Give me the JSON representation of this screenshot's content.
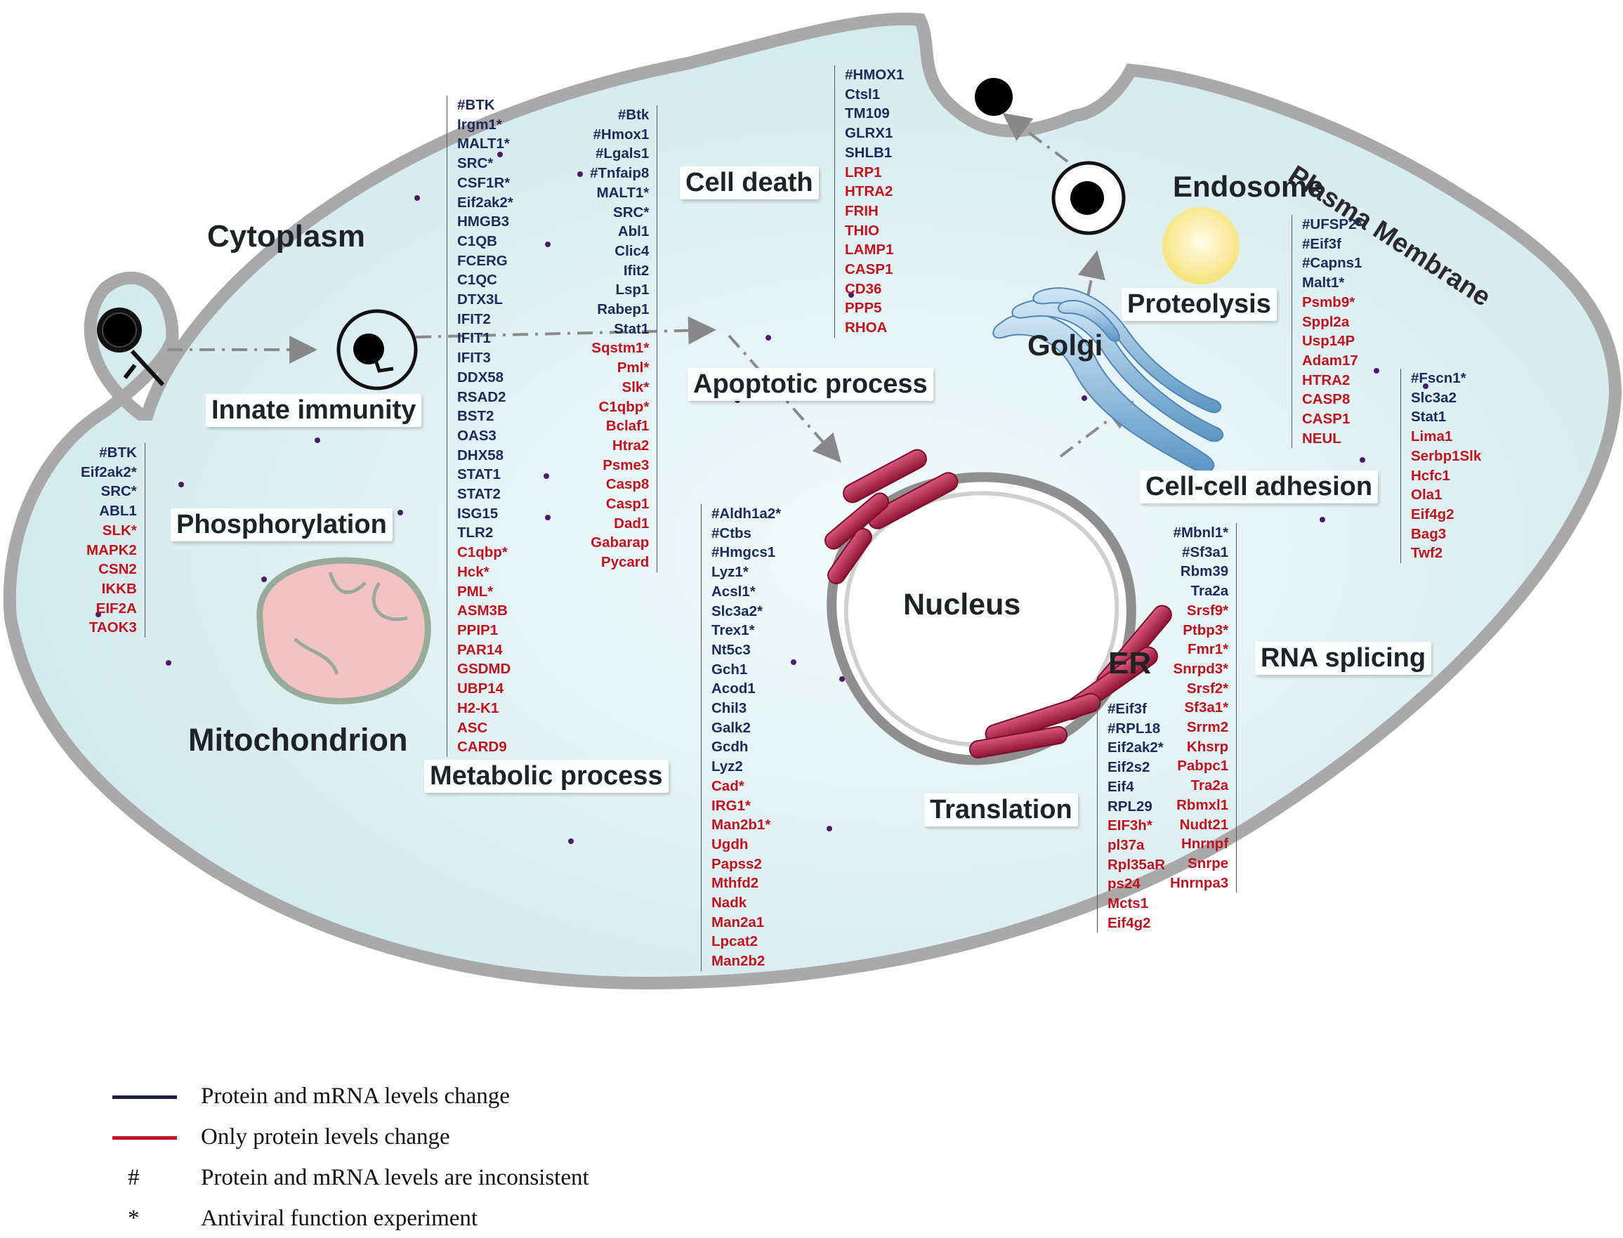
{
  "organelles": {
    "cytoplasm": "Cytoplasm",
    "mitochondrion": "Mitochondrion",
    "nucleus": "Nucleus",
    "er": "ER",
    "golgi": "Golgi",
    "endosome": "Endosome",
    "plasma_membrane": "Plasma Membrane"
  },
  "processes": {
    "innate_immunity": "Innate immunity",
    "phosphorylation": "Phosphorylation",
    "metabolic_process": "Metabolic process",
    "cell_death": "Cell death",
    "apoptotic_process": "Apoptotic process",
    "proteolysis": "Proteolysis",
    "cell_cell_adhesion": "Cell-cell adhesion",
    "rna_splicing": "RNA splicing",
    "translation": "Translation"
  },
  "gene_lists": {
    "innate_immunity": [
      {
        "t": "#BTK",
        "c": "b"
      },
      {
        "t": "Irgm1*",
        "c": "b"
      },
      {
        "t": "MALT1*",
        "c": "b"
      },
      {
        "t": "SRC*",
        "c": "b"
      },
      {
        "t": "CSF1R*",
        "c": "b"
      },
      {
        "t": "Eif2ak2*",
        "c": "b"
      },
      {
        "t": "HMGB3",
        "c": "b"
      },
      {
        "t": "C1QB",
        "c": "b"
      },
      {
        "t": "FCERG",
        "c": "b"
      },
      {
        "t": "C1QC",
        "c": "b"
      },
      {
        "t": "DTX3L",
        "c": "b"
      },
      {
        "t": "IFIT2",
        "c": "b"
      },
      {
        "t": "IFIT1",
        "c": "b"
      },
      {
        "t": "IFIT3",
        "c": "b"
      },
      {
        "t": "DDX58",
        "c": "b"
      },
      {
        "t": "RSAD2",
        "c": "b"
      },
      {
        "t": "BST2",
        "c": "b"
      },
      {
        "t": "OAS3",
        "c": "b"
      },
      {
        "t": "DHX58",
        "c": "b"
      },
      {
        "t": "STAT1",
        "c": "b"
      },
      {
        "t": "STAT2",
        "c": "b"
      },
      {
        "t": "ISG15",
        "c": "b"
      },
      {
        "t": "TLR2",
        "c": "b"
      },
      {
        "t": "C1qbp*",
        "c": "r"
      },
      {
        "t": "Hck*",
        "c": "r"
      },
      {
        "t": "PML*",
        "c": "r"
      },
      {
        "t": "ASM3B",
        "c": "r"
      },
      {
        "t": "PPIP1",
        "c": "r"
      },
      {
        "t": "PAR14",
        "c": "r"
      },
      {
        "t": "GSDMD",
        "c": "r"
      },
      {
        "t": "UBP14",
        "c": "r"
      },
      {
        "t": "H2-K1",
        "c": "r"
      },
      {
        "t": "ASC",
        "c": "r"
      },
      {
        "t": "CARD9",
        "c": "r"
      }
    ],
    "phosphorylation": [
      {
        "t": "#BTK",
        "c": "b"
      },
      {
        "t": "Eif2ak2*",
        "c": "b"
      },
      {
        "t": "SRC*",
        "c": "b"
      },
      {
        "t": "ABL1",
        "c": "b"
      },
      {
        "t": "SLK*",
        "c": "r"
      },
      {
        "t": "MAPK2",
        "c": "r"
      },
      {
        "t": "CSN2",
        "c": "r"
      },
      {
        "t": "IKKB",
        "c": "r"
      },
      {
        "t": "EIF2A",
        "c": "r"
      },
      {
        "t": "TAOK3",
        "c": "r"
      }
    ],
    "apoptotic_process": [
      {
        "t": "#Btk",
        "c": "b"
      },
      {
        "t": "#Hmox1",
        "c": "b"
      },
      {
        "t": "#Lgals1",
        "c": "b"
      },
      {
        "t": "#Tnfaip8",
        "c": "b"
      },
      {
        "t": "MALT1*",
        "c": "b"
      },
      {
        "t": "SRC*",
        "c": "b"
      },
      {
        "t": "Abl1",
        "c": "b"
      },
      {
        "t": "Clic4",
        "c": "b"
      },
      {
        "t": "Ifit2",
        "c": "b"
      },
      {
        "t": "Lsp1",
        "c": "b"
      },
      {
        "t": "Rabep1",
        "c": "b"
      },
      {
        "t": "Stat1",
        "c": "b"
      },
      {
        "t": "Sqstm1*",
        "c": "r"
      },
      {
        "t": "Pml*",
        "c": "r"
      },
      {
        "t": "Slk*",
        "c": "r"
      },
      {
        "t": "C1qbp*",
        "c": "r"
      },
      {
        "t": "Bclaf1",
        "c": "r"
      },
      {
        "t": "Htra2",
        "c": "r"
      },
      {
        "t": "Psme3",
        "c": "r"
      },
      {
        "t": "Casp8",
        "c": "r"
      },
      {
        "t": "Casp1",
        "c": "r"
      },
      {
        "t": "Dad1",
        "c": "r"
      },
      {
        "t": "Gabarap",
        "c": "r"
      },
      {
        "t": "Pycard",
        "c": "r"
      }
    ],
    "cell_death": [
      {
        "t": "#HMOX1",
        "c": "b"
      },
      {
        "t": "Ctsl1",
        "c": "b"
      },
      {
        "t": "TM109",
        "c": "b"
      },
      {
        "t": "GLRX1",
        "c": "b"
      },
      {
        "t": "SHLB1",
        "c": "b"
      },
      {
        "t": "LRP1",
        "c": "r"
      },
      {
        "t": "HTRA2",
        "c": "r"
      },
      {
        "t": "FRIH",
        "c": "r"
      },
      {
        "t": "THIO",
        "c": "r"
      },
      {
        "t": "LAMP1",
        "c": "r"
      },
      {
        "t": "CASP1",
        "c": "r"
      },
      {
        "t": "CD36",
        "c": "r"
      },
      {
        "t": "PPP5",
        "c": "r"
      },
      {
        "t": "RHOA",
        "c": "r"
      }
    ],
    "metabolic_process": [
      {
        "t": "#Aldh1a2*",
        "c": "b"
      },
      {
        "t": "#Ctbs",
        "c": "b"
      },
      {
        "t": "#Hmgcs1",
        "c": "b"
      },
      {
        "t": "Lyz1*",
        "c": "b"
      },
      {
        "t": "Acsl1*",
        "c": "b"
      },
      {
        "t": "Slc3a2*",
        "c": "b"
      },
      {
        "t": "Trex1*",
        "c": "b"
      },
      {
        "t": "Nt5c3",
        "c": "b"
      },
      {
        "t": "Gch1",
        "c": "b"
      },
      {
        "t": "Acod1",
        "c": "b"
      },
      {
        "t": "Chil3",
        "c": "b"
      },
      {
        "t": "Galk2",
        "c": "b"
      },
      {
        "t": "Gcdh",
        "c": "b"
      },
      {
        "t": "Lyz2",
        "c": "b"
      },
      {
        "t": "Cad*",
        "c": "r"
      },
      {
        "t": "IRG1*",
        "c": "r"
      },
      {
        "t": "Man2b1*",
        "c": "r"
      },
      {
        "t": "Ugdh",
        "c": "r"
      },
      {
        "t": "Papss2",
        "c": "r"
      },
      {
        "t": "Mthfd2",
        "c": "r"
      },
      {
        "t": "Nadk",
        "c": "r"
      },
      {
        "t": "Man2a1",
        "c": "r"
      },
      {
        "t": "Lpcat2",
        "c": "r"
      },
      {
        "t": "Man2b2",
        "c": "r"
      }
    ],
    "proteolysis": [
      {
        "t": "#UFSP2*",
        "c": "b"
      },
      {
        "t": "#Eif3f",
        "c": "b"
      },
      {
        "t": "#Capns1",
        "c": "b"
      },
      {
        "t": "Malt1*",
        "c": "b"
      },
      {
        "t": "Psmb9*",
        "c": "r"
      },
      {
        "t": "Sppl2a",
        "c": "r"
      },
      {
        "t": "Usp14P",
        "c": "r"
      },
      {
        "t": "Adam17",
        "c": "r"
      },
      {
        "t": "HTRA2",
        "c": "r"
      },
      {
        "t": "CASP8",
        "c": "r"
      },
      {
        "t": "CASP1",
        "c": "r"
      },
      {
        "t": "NEUL",
        "c": "r"
      }
    ],
    "cell_cell_adhesion": [
      {
        "t": "#Fscn1*",
        "c": "b"
      },
      {
        "t": "Slc3a2",
        "c": "b"
      },
      {
        "t": "Stat1",
        "c": "b"
      },
      {
        "t": "Lima1",
        "c": "r"
      },
      {
        "t": "Serbp1Slk",
        "c": "r"
      },
      {
        "t": "Hcfc1",
        "c": "r"
      },
      {
        "t": "Ola1",
        "c": "r"
      },
      {
        "t": "Eif4g2",
        "c": "r"
      },
      {
        "t": "Bag3",
        "c": "r"
      },
      {
        "t": "Twf2",
        "c": "r"
      }
    ],
    "rna_splicing": [
      {
        "t": "#Mbnl1*",
        "c": "b"
      },
      {
        "t": "#Sf3a1",
        "c": "b"
      },
      {
        "t": "Rbm39",
        "c": "b"
      },
      {
        "t": "Tra2a",
        "c": "b"
      },
      {
        "t": "Srsf9*",
        "c": "r"
      },
      {
        "t": "Ptbp3*",
        "c": "r"
      },
      {
        "t": "Fmr1*",
        "c": "r"
      },
      {
        "t": "Snrpd3*",
        "c": "r"
      },
      {
        "t": "Srsf2*",
        "c": "r"
      },
      {
        "t": "Sf3a1*",
        "c": "r"
      },
      {
        "t": "Srrm2",
        "c": "r"
      },
      {
        "t": "Khsrp",
        "c": "r"
      },
      {
        "t": "Pabpc1",
        "c": "r"
      },
      {
        "t": "Tra2a",
        "c": "r"
      },
      {
        "t": "Rbmxl1",
        "c": "r"
      },
      {
        "t": "Nudt21",
        "c": "r"
      },
      {
        "t": "Hnrnpf",
        "c": "r"
      },
      {
        "t": "Snrpe",
        "c": "r"
      },
      {
        "t": "Hnrnpa3",
        "c": "r"
      }
    ],
    "translation": [
      {
        "t": "#Eif3f",
        "c": "b"
      },
      {
        "t": "#RPL18",
        "c": "b"
      },
      {
        "t": "Eif2ak2*",
        "c": "b"
      },
      {
        "t": "Eif2s2",
        "c": "b"
      },
      {
        "t": "Eif4",
        "c": "b"
      },
      {
        "t": "RPL29",
        "c": "b"
      },
      {
        "t": "EIF3h*",
        "c": "r"
      },
      {
        "t": "pl37a",
        "c": "r"
      },
      {
        "t": "Rpl35aR",
        "c": "r"
      },
      {
        "t": "ps24",
        "c": "r"
      },
      {
        "t": "Mcts1",
        "c": "r"
      },
      {
        "t": "Eif4g2",
        "c": "r"
      }
    ]
  },
  "legend": [
    {
      "symbol": "line",
      "color": "#1c1f4a",
      "label": "Protein and mRNA levels change"
    },
    {
      "symbol": "line",
      "color": "#c1121f",
      "label": "Only protein levels change"
    },
    {
      "symbol": "#",
      "color": "#111111",
      "label": "Protein and mRNA levels are inconsistent"
    },
    {
      "symbol": "*",
      "color": "#111111",
      "label": "Antiviral function experiment"
    }
  ],
  "colors": {
    "both_change": "#1c2a5c",
    "protein_only": "#c1121f",
    "cytoplasm_fill": "#d9eef0",
    "membrane": "#a7a7a7",
    "er": "#b3264a",
    "golgi": "#6ea6cf",
    "mitochondrion": "#f4c6c8"
  }
}
